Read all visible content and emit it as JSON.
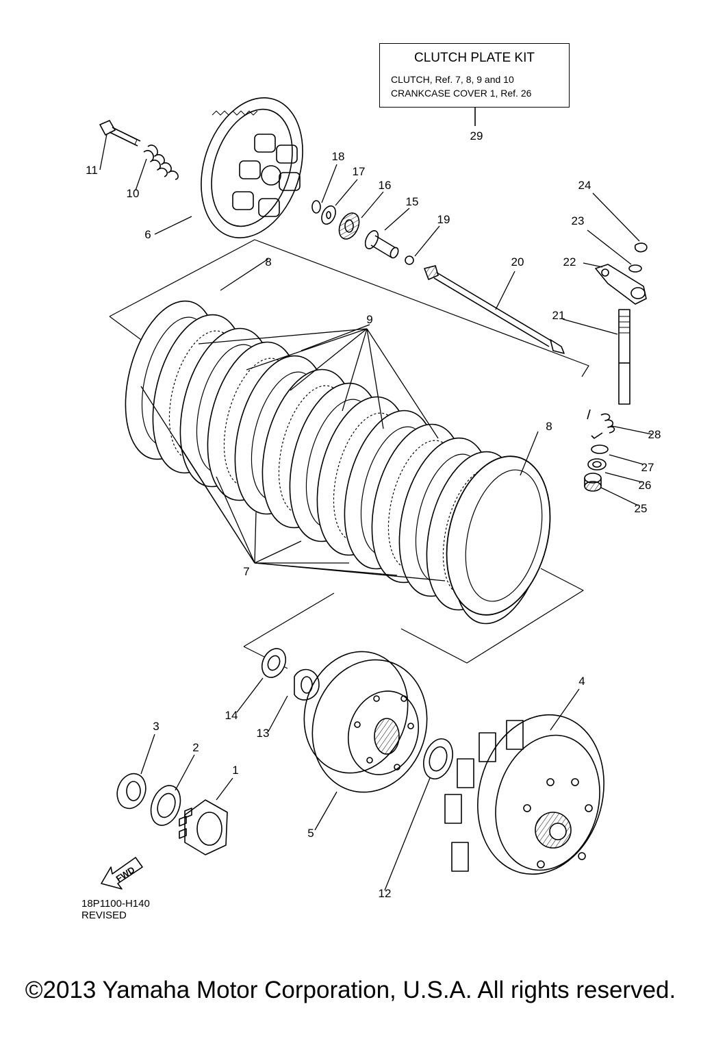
{
  "kit": {
    "title": "CLUTCH PLATE KIT",
    "line1": "CLUTCH, Ref. 7, 8, 9  and  10",
    "line2": "CRANKCASE COVER 1, Ref. 26"
  },
  "callouts": [
    "1",
    "2",
    "3",
    "4",
    "5",
    "6",
    "7",
    "8",
    "9",
    "10",
    "11",
    "12",
    "13",
    "14",
    "15",
    "16",
    "17",
    "18",
    "19",
    "20",
    "21",
    "22",
    "23",
    "24",
    "25",
    "26",
    "27",
    "28",
    "29"
  ],
  "fwd_label": "FWD",
  "diagram_code": "18P1100-H140",
  "revision": "REVISED",
  "copyright": "©2013 Yamaha Motor Corporation, U.S.A. All rights reserved."
}
